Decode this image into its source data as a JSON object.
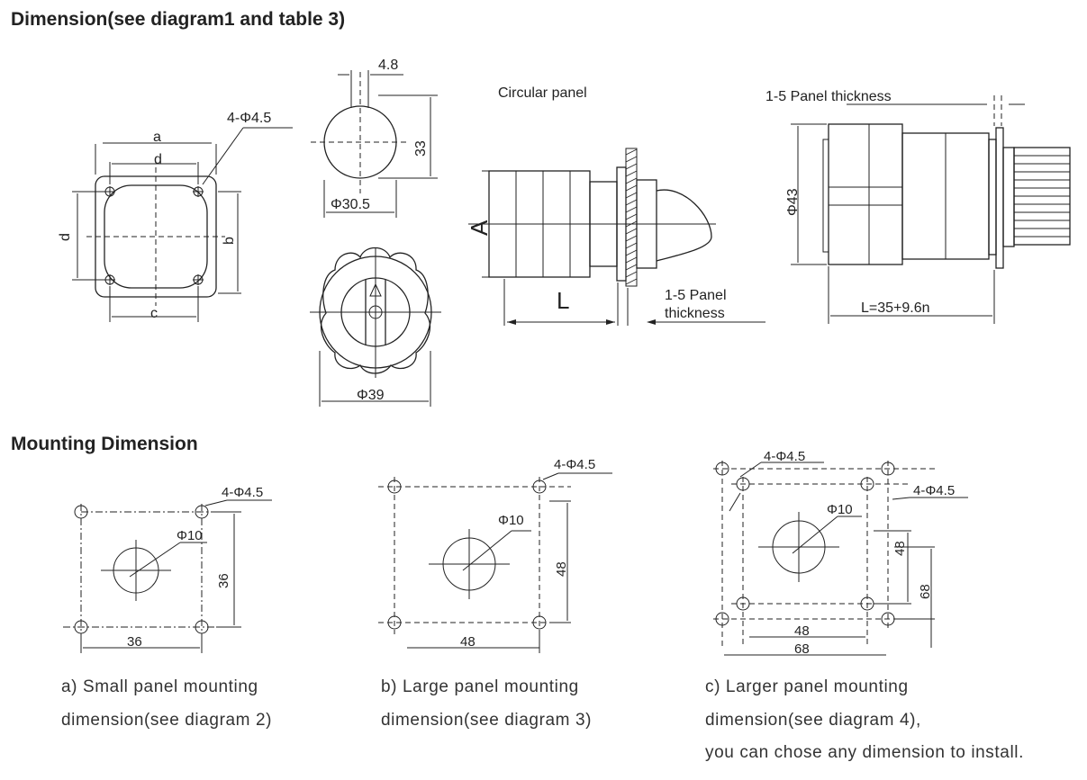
{
  "section_titles": {
    "dimension": "Dimension(see diagram1 and table 3)",
    "mounting": "Mounting Dimension"
  },
  "front_view": {
    "a": "a",
    "b": "b",
    "c": "c",
    "d_top": "d",
    "d_left": "d",
    "holes": "4-Φ4.5"
  },
  "knob_views": {
    "width_4_8": "4.8",
    "height_33": "33",
    "dia_30_5": "Φ30.5",
    "dia_39": "Φ39"
  },
  "circular_panel": {
    "title": "Circular panel",
    "A": "A",
    "L": "L",
    "thickness_line1": "1-5 Panel",
    "thickness_line2": "thickness"
  },
  "square_panel": {
    "thickness": "1-5 Panel thickness",
    "dia_43": "Φ43",
    "length": "L=35+9.6n"
  },
  "mounting": {
    "a": {
      "holes": "4-Φ4.5",
      "center": "Φ10",
      "h": "36",
      "w": "36",
      "caption1": "a) Small panel mounting",
      "caption2": "dimension(see diagram 2)"
    },
    "b": {
      "holes": "4-Φ4.5",
      "center": "Φ10",
      "h": "48",
      "w": "48",
      "caption1": "b) Large panel mounting",
      "caption2": "dimension(see diagram 3)"
    },
    "c": {
      "holes_outer": "4-Φ4.5",
      "holes_inner": "4-Φ4.5",
      "center": "Φ10",
      "h_inner": "48",
      "h_outer": "68",
      "w_inner": "48",
      "w_outer": "68",
      "caption1": "c) Larger panel mounting",
      "caption2": "dimension(see diagram 4),",
      "caption3": "you can chose any dimension to install."
    }
  }
}
